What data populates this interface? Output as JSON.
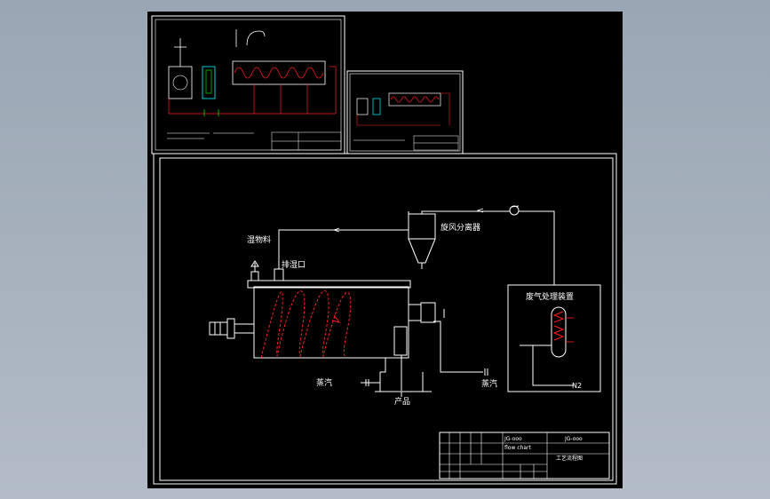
{
  "colors": {
    "background": "#a6b0bc",
    "sheet": "#000000",
    "frame": "#ffffff",
    "pipe": "#ffffff",
    "screw": "#ff2020",
    "accent_cyan": "#00ffff",
    "accent_green": "#00ff00",
    "accent_yellow": "#ffff00"
  },
  "main_diagram": {
    "labels": {
      "wet_material": "湿物料",
      "exhaust_port": "排湿口",
      "cyclone": "旋风分离器",
      "gas_treatment": "废气处理装置",
      "steam_left": "蒸汽",
      "steam_right": "蒸汽",
      "product": "产品",
      "nitrogen": "N2"
    }
  },
  "title_block": {
    "drawing_no_top": "JG-ooo",
    "drawing_name": "flow chart",
    "drawing_no_right": "JG-ooo",
    "sub_label": "工艺流程图"
  },
  "icons": {
    "fan": "fan-icon",
    "condenser": "coil-icon"
  }
}
